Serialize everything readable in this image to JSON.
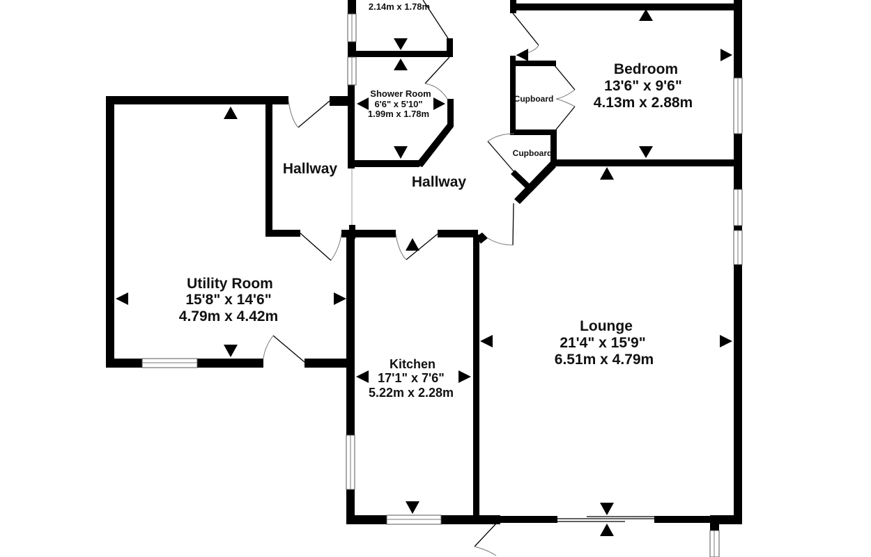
{
  "plan": {
    "colors": {
      "wall": "#000000",
      "background": "#ffffff",
      "text": "#111111"
    },
    "rooms": {
      "top_room": {
        "dim_metric": "2.14m  x 1.78m"
      },
      "shower_room": {
        "name": "Shower Room",
        "dim_imperial": "6'6\"  x 5'10\"",
        "dim_metric": "1.99m  x 1.78m"
      },
      "bedroom": {
        "name": "Bedroom",
        "dim_imperial": "13'6\"  x 9'6\"",
        "dim_metric": "4.13m  x 2.88m"
      },
      "cupboard_1": {
        "name": "Cupboard"
      },
      "cupboard_2": {
        "name": "Cupboard"
      },
      "hallway_left": {
        "name": "Hallway"
      },
      "hallway_main": {
        "name": "Hallway"
      },
      "utility_room": {
        "name": "Utility Room",
        "dim_imperial": "15'8\"  x 14'6\"",
        "dim_metric": "4.79m  x 4.42m"
      },
      "kitchen": {
        "name": "Kitchen",
        "dim_imperial": "17'1\"  x 7'6\"",
        "dim_metric": "5.22m  x 2.28m"
      },
      "lounge": {
        "name": "Lounge",
        "dim_imperial": "21'4\"  x 15'9\"",
        "dim_metric": "6.51m  x 4.79m"
      }
    }
  }
}
